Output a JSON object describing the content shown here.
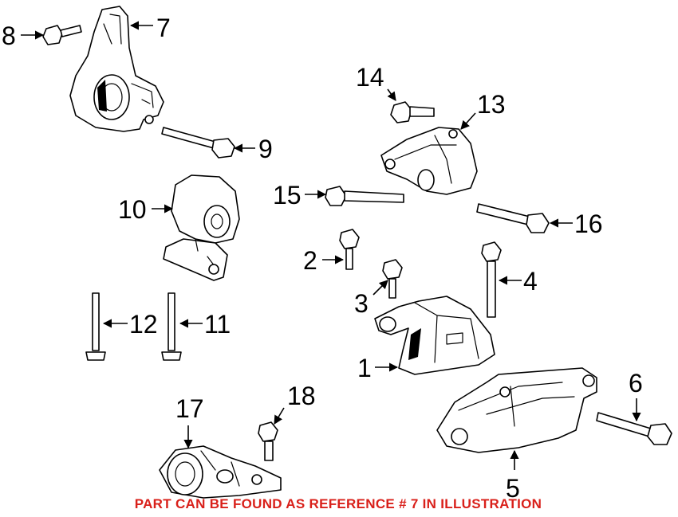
{
  "callouts": {
    "c1": "1",
    "c2": "2",
    "c3": "3",
    "c4": "4",
    "c5": "5",
    "c6": "6",
    "c7": "7",
    "c8": "8",
    "c9": "9",
    "c10": "10",
    "c11": "11",
    "c12": "12",
    "c13": "13",
    "c14": "14",
    "c15": "15",
    "c16": "16",
    "c17": "17",
    "c18": "18"
  },
  "footer_note": "PART CAN BE FOUND AS REFERENCE # 7 IN ILLUSTRATION",
  "colors": {
    "note": "#d9201a",
    "line": "#000000",
    "background": "#ffffff"
  }
}
